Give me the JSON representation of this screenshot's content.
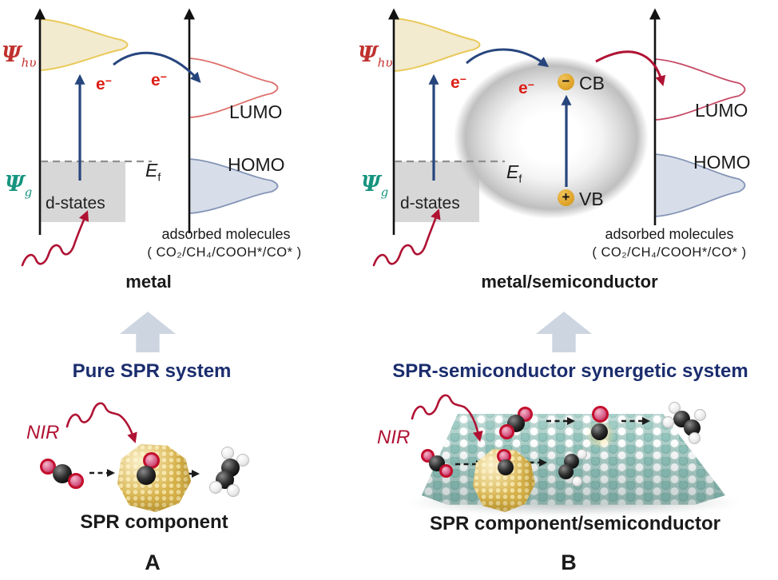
{
  "colors": {
    "navy_arrow": "#27457d",
    "headline_navy": "#1b2d6e",
    "crimson": "#b01233",
    "red_label": "#dd2018",
    "psi_red": "#c0322e",
    "psi_teal": "#16947f",
    "badge_gold": "#e0a62b",
    "yellow_peak_fill": "#f3ebd0",
    "yellow_peak_stroke": "#e9c959",
    "lumo_a_stroke": "#dd6f6b",
    "lumo_b_stroke": "#c64a66",
    "homo_fill": "#d8dee9",
    "homo_stroke": "#8394b6",
    "d_states_fill": "#d7d7d7",
    "block_arrow": "#cdd5e0",
    "slab_teal": "#8ec2ba",
    "particle_gold": "#d9b44a"
  },
  "panel_a": {
    "psi": "Ψ",
    "psi_hv_sub": "hυ",
    "psi_g_sub": "g",
    "d_states": "d-states",
    "ef": "E",
    "ef_sub": "f",
    "e": "e",
    "e_sup": "−",
    "lumo": "LUMO",
    "homo": "HOMO",
    "adsorbed_line1": "adsorbed molecules",
    "adsorbed_line2": "( CO₂/CH₄/COOH*/CO* )",
    "material": "metal",
    "system_title": "Pure SPR system",
    "nir": "NIR",
    "component": "SPR component",
    "panel_label": "A"
  },
  "panel_b": {
    "psi": "Ψ",
    "psi_hv_sub": "hυ",
    "psi_g_sub": "g",
    "d_states": "d-states",
    "ef": "E",
    "ef_sub": "f",
    "e": "e",
    "e_sup": "−",
    "cb_sign": "−",
    "cb": "CB",
    "vb_sign": "+",
    "vb": "VB",
    "lumo": "LUMO",
    "homo": "HOMO",
    "adsorbed_line1": "adsorbed molecules",
    "adsorbed_line2": "( CO₂/CH₄/COOH*/CO* )",
    "material": "metal/semiconductor",
    "system_title": "SPR-semiconductor synergetic system",
    "nir": "NIR",
    "component": "SPR component/semiconductor",
    "panel_label": "B"
  }
}
